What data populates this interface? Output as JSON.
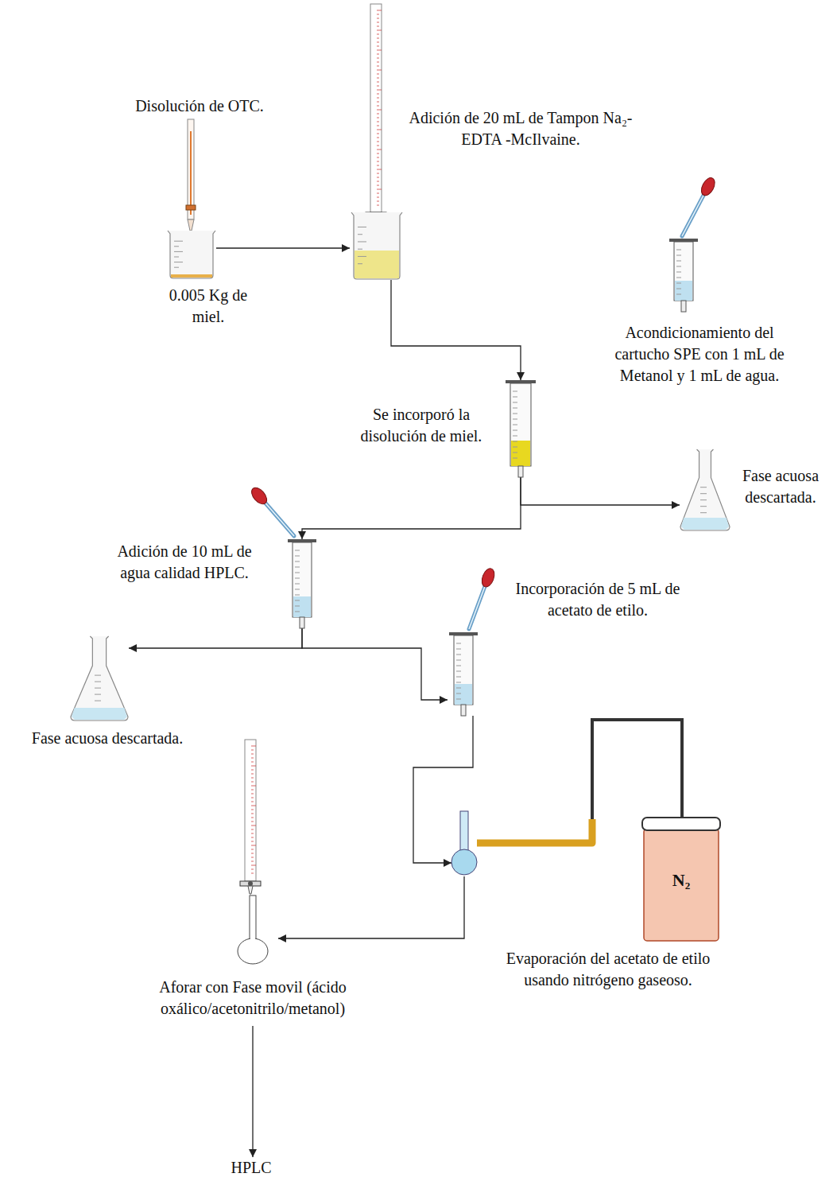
{
  "diagram": {
    "nodes": [
      {
        "text": [
          "Disolución de OTC.",
          "0.005 Kg de miel."
        ]
      },
      {
        "text": [
          "Adición de 20 mL de Tampon Na₂-EDTA -McIlvaine."
        ]
      },
      {
        "text": [
          "Acondicionamiento del cartucho SPE con 1 mL de Metanol y 1 mL de agua."
        ]
      },
      {
        "text": [
          "Se incorporó la disolución de miel."
        ]
      },
      {
        "text": [
          "Fase acuosa descartada."
        ]
      },
      {
        "text": [
          "Adición de 10 mL de agua calidad HPLC."
        ]
      },
      {
        "text": [
          "Fase acuosa descartada."
        ]
      },
      {
        "text": [
          "Incorporación de 5 mL de acetato de etilo."
        ]
      },
      {
        "text": [
          "Evaporación del acetato de etilo usando nitrógeno gaseoso."
        ]
      },
      {
        "text": [
          "N₂"
        ]
      },
      {
        "text": [
          "Aforar con Fase movil (ácido oxálico/acetonitrilo/metanol)"
        ]
      },
      {
        "text": [
          "HPLC"
        ]
      }
    ],
    "edges": [
      {
        "from": 0,
        "to": 1,
        "arrow": "to"
      },
      {
        "from": 1,
        "to": 3,
        "arrow": "to"
      },
      {
        "from": 3,
        "to": 4,
        "arrow": "to"
      },
      {
        "from": 3,
        "to": 5,
        "arrow": "to"
      },
      {
        "from": 5,
        "to": 6,
        "arrow": "to"
      },
      {
        "from": 5,
        "to": 7,
        "arrow": "to"
      },
      {
        "from": 7,
        "to": 8,
        "arrow": "to"
      },
      {
        "from": 8,
        "to": 9,
        "arrow": "none"
      },
      {
        "from": 8,
        "to": 10,
        "arrow": "to"
      },
      {
        "from": 10,
        "to": 11,
        "arrow": "to"
      }
    ]
  }
}
